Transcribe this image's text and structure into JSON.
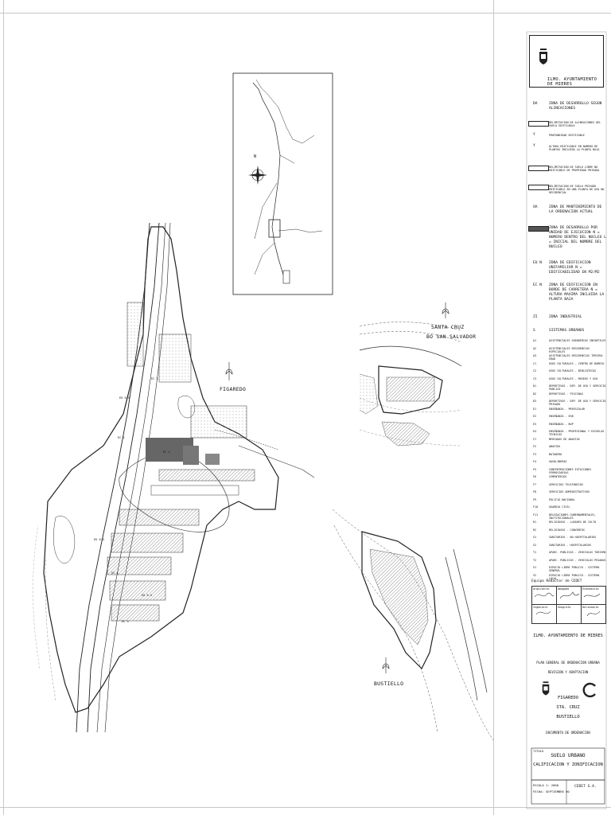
{
  "header": {
    "council_name": "ILMO. AYUNTAMIENTO DE MIERES"
  },
  "legend": {
    "items": [
      {
        "code": "DA",
        "text": "ZONA DE DESARROLLO SEGUN ALINEACIONES",
        "style": "normal"
      },
      {
        "code": "",
        "text": "DELIMITACION DE ALINEACIONES DEL SUELO EDIFICABLE",
        "style": "small",
        "swatch": true
      },
      {
        "code": "Y",
        "text": "PROFUNDIDAD EDIFICABLE",
        "style": "small"
      },
      {
        "code": "Y",
        "text": "ALTURA EDIFICABLE EN NUMERO DE PLANTAS INCLUIDA LA PLANTA BAJA",
        "style": "small"
      },
      {
        "code": "",
        "text": "DELIMITACION DE SUELO LIBRE NO EDIFICABLE DE PROPIEDAD PRIVADA",
        "style": "small",
        "swatch": true
      },
      {
        "code": "",
        "text": "DELIMITACION DE SUELO PRIVADO EDIFICABLE EN UNA PLANTA DE USO NO RESIDENCIAL",
        "style": "small",
        "swatch": true
      },
      {
        "code": "OA",
        "text": "ZONA DE MANTENIMIENTO DE LA ORDENACION ACTUAL",
        "style": "normal"
      },
      {
        "code": "",
        "text": "ZONA DE DESARROLLO POR UNIDAD DE EJECUCION N = NUMERO DENTRO DEL NUCLEO L = INICIAL DEL NOMBRE DEL NUCLEO",
        "style": "normal",
        "swatch_dark": true
      },
      {
        "code": "EU N",
        "text": "ZONA DE EDIFICACION UNIFAMILIAR N = EDIFICABILIDAD EN M2/M2",
        "style": "normal"
      },
      {
        "code": "EC N",
        "text": "ZONA DE EDIFICACION EN BORDE DE CARRETERA N = ALTURA MAXIMA INCLUIDA LA PLANTA BAJA",
        "style": "normal"
      },
      {
        "code": "ZI",
        "text": "ZONA INDUSTRIAL",
        "style": "normal"
      },
      {
        "code": "S",
        "text": "SISTEMAS URBANOS",
        "style": "normal"
      }
    ],
    "systems": [
      "ASISTENCIALES GUARDERIAS INFANTILES",
      "ASISTENCIALES RESIDENCIAS ESPECIALES",
      "ASISTENCIALES RESIDENCIAS TERCERA EDAD",
      "USOS CULTURALES - CENTRO DE BARRIO",
      "USOS CULTURALES - BIBLIOTECAS",
      "USOS CULTURALES - MUSEOS Y USO",
      "DEPORTIVOS - DEP. DE USO Y SERVICIO PUBLICO",
      "DEPORTIVOS - PISCINAS",
      "DEPORTIVOS - DEP. DE USO Y SERVICIO PRIVADO",
      "ENSEÑANZA - PREESCOLAR",
      "ENSEÑANZA - EGB",
      "ENSEÑANZA - BUP",
      "ENSEÑANZA - PROFESIONAL Y ESCUELAS TECNICAS",
      "MERCADOS DE ABASTOS",
      "ABASTOS",
      "MATADERO",
      "GASOLINERAS",
      "CONCENTRACIONES ESTACIONES FERROVIARIAS",
      "CEMENTERIOS",
      "SERVICIOS TELEFONICOS",
      "SERVICIOS ADMINISTRATIVOS",
      "POLICIA NACIONAL",
      "GUARDIA CIVIL",
      "DELEGACIONES GUBERNAMENTALES, INSTITUCIONALES",
      "RELIGIOSOS - LUGARES DE CULTO",
      "RELIGIOSOS - CONVENTOS",
      "SANITARIOS - NO HOSPITALARIOS",
      "SANITARIOS - HOSPITALARIOS",
      "APARC. PUBLICOS - VEHICULOS TURISMO",
      "APARC. PUBLICOS - VEHICULOS PESADOS",
      "ESPACIO LIBRE PUBLICO - SISTEMA GENERAL",
      "ESPACIO LIBRE PUBLICO - SISTEMA LOCAL"
    ],
    "system_codes": [
      "A1",
      "A2",
      "A3",
      "C1",
      "C2",
      "C3",
      "D1",
      "D2",
      "D3",
      "E1",
      "E2",
      "E3",
      "E4",
      "F1",
      "F2",
      "F3",
      "F4",
      "F5",
      "F6",
      "F7",
      "F8",
      "F9",
      "F10",
      "F11",
      "R1",
      "R2",
      "S1",
      "S2",
      "T1",
      "T2",
      "V1",
      "V2"
    ]
  },
  "signatures": {
    "title": "Equipo Redactor de CEDET",
    "cells": [
      "Arquitecto",
      "Abogado",
      "Economista",
      "Ingeniero",
      "Geografo",
      "Delineante"
    ]
  },
  "title_block": {
    "council_name": "ILMO. AYUNTAMIENTO DE MIERES",
    "plan_line1": "PLAN GENERAL DE ORDENACION URBANA",
    "plan_line2": "REVISION Y ADAPTACION",
    "places": [
      "FIGAREDO",
      "STA. CRUZ",
      "BUSTIELLO"
    ],
    "document": "DOCUMENTO DE ORDENACION",
    "sheet_label": "TITULO",
    "sheet_title1": "SUELO URBANO",
    "sheet_title2": "CALIFICACION Y ZONIFICACION",
    "scale": "ESCALA 1: 2000",
    "date": "FECHA: SEPTIEMBRE 90",
    "firm": "CEDET S.A."
  },
  "map_labels": {
    "figaredo": "FIGAREDO",
    "santa_cruz": "SANTA CRUZ",
    "bo_san_salvador": "BO SAN SALVADOR",
    "bustiello": "BUSTIELLO",
    "north_marker": "N"
  },
  "zone_tags": [
    "EC 2",
    "EU 0.5",
    "EC 2",
    "EU 0.5",
    "EC 4",
    "EC 4",
    "EU 0.5",
    "EC 3"
  ],
  "colors": {
    "ink": "#1a1a1a",
    "paper": "#ffffff",
    "hatch_dark": "#555555"
  }
}
